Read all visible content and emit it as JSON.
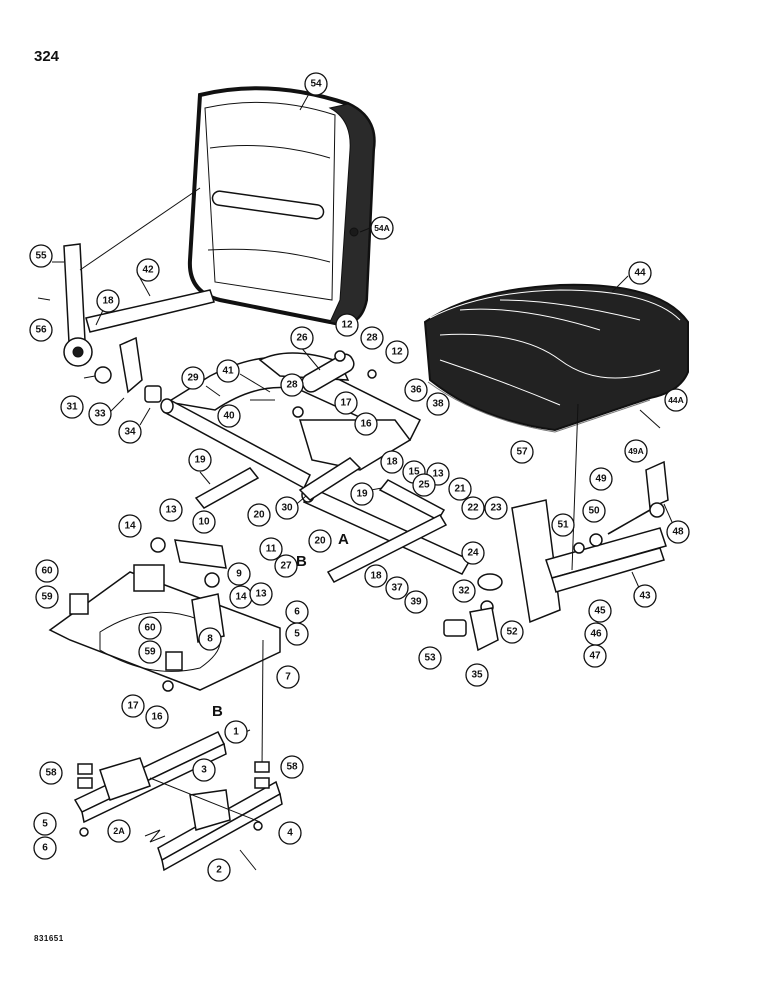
{
  "page": {
    "number": "324",
    "footer_code": "831651"
  },
  "section_labels": {
    "A": "A",
    "B": "B"
  },
  "callouts": {
    "c54": "54",
    "c54a": "54A",
    "c42": "42",
    "c55": "55",
    "c56": "56",
    "c18a": "18",
    "c31": "31",
    "c33": "33",
    "c34": "34",
    "c29": "29",
    "c41": "41",
    "c26": "26",
    "c12a": "12",
    "c28a": "28",
    "c12b": "12",
    "c28b": "28",
    "c40": "40",
    "c17a": "17",
    "c16a": "16",
    "c36": "36",
    "c38": "38",
    "c44": "44",
    "c44a": "44A",
    "c57": "57",
    "c18b": "18",
    "c15": "15",
    "c13a": "13",
    "c19a": "19",
    "c25": "25",
    "c19b": "19",
    "c30": "30",
    "c20a": "20",
    "c21": "21",
    "c22": "22",
    "c23": "23",
    "c24": "24",
    "c49a": "49A",
    "c49": "49",
    "c50": "50",
    "c51": "51",
    "c48": "48",
    "c14a": "14",
    "c13b": "13",
    "c10": "10",
    "c11": "11",
    "c27": "27",
    "c20b": "20",
    "c60a": "60",
    "c59a": "59",
    "c14b": "14",
    "c9": "9",
    "c13c": "13",
    "c8": "8",
    "c6a": "6",
    "c5a": "5",
    "c60b": "60",
    "c59b": "59",
    "c18c": "18",
    "c37": "37",
    "c39": "39",
    "c32": "32",
    "c43": "43",
    "c45": "45",
    "c46": "46",
    "c47": "47",
    "c52": "52",
    "c53": "53",
    "c35": "35",
    "c7": "7",
    "c17b": "17",
    "c16b": "16",
    "c1": "1",
    "c3": "3",
    "c58a": "58",
    "c58b": "58",
    "c5b": "5",
    "c6b": "6",
    "c2a": "2A",
    "c4": "4",
    "c2": "2"
  }
}
